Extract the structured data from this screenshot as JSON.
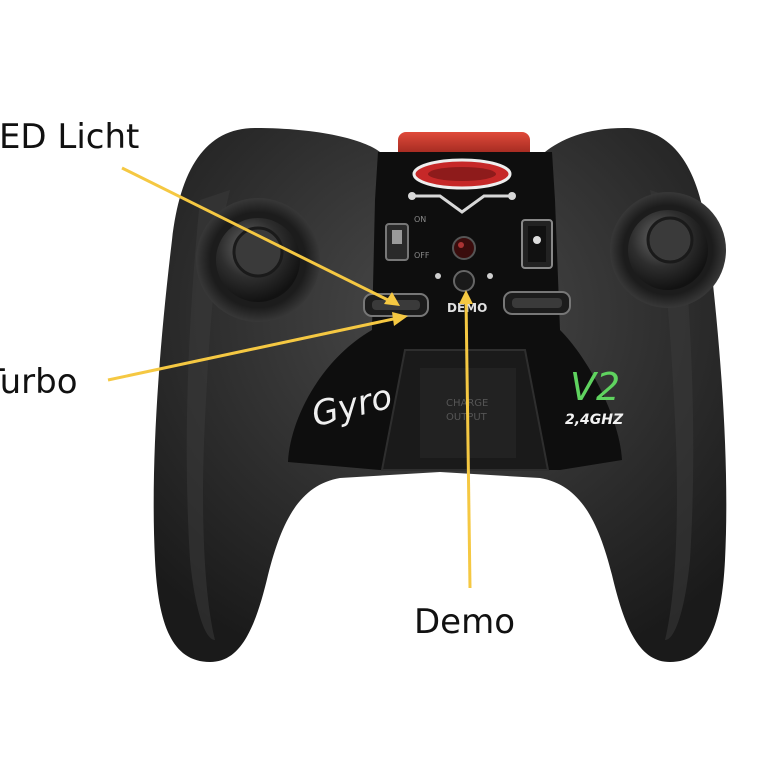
{
  "callouts": {
    "led": "LED  Licht",
    "turbo": "Turbo",
    "demo": "Demo"
  },
  "device": {
    "demo_button_label": "DEMO",
    "script_label": "Gyro",
    "version_mark": "V2",
    "frequency_label": "2,4GHZ",
    "bay_label_line1": "CHARGE",
    "bay_label_line2": "OUTPUT",
    "switch_on": "ON",
    "switch_off": "OFF"
  },
  "colors": {
    "arrow": "#f5c842",
    "body": "#2b2b2b",
    "panel": "#0e0e0e",
    "accent_green": "#5fd35f",
    "antenna_red": "#b3261e"
  }
}
